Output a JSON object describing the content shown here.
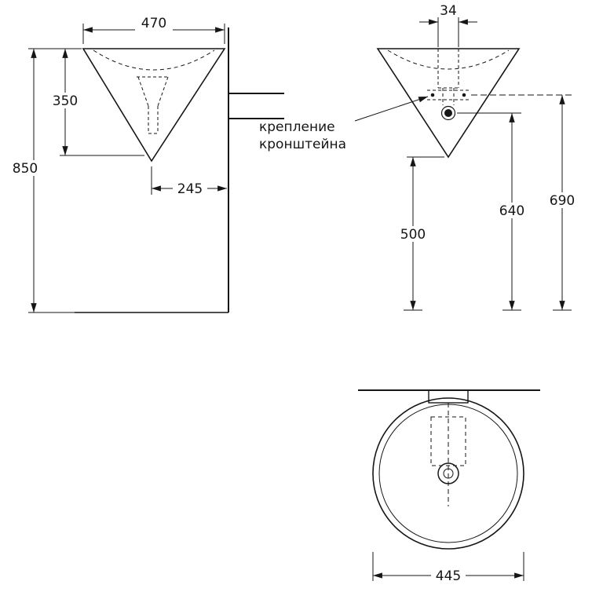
{
  "meta": {
    "background": "#ffffff",
    "line_color": "#161616",
    "drawing_type": "cone washbasin dimension drawing"
  },
  "side_view": {
    "dim_top_width": "470",
    "dim_basin_height": "350",
    "dim_total_height": "850",
    "dim_drain_offset": "245"
  },
  "front_view": {
    "dim_faucet_holes": "34",
    "dim_apex_height": "500",
    "dim_hole_height": "640",
    "dim_bracket_height": "690",
    "label_line1": "крепление",
    "label_line2": "кронштейна"
  },
  "top_view": {
    "dim_diameter": "445"
  }
}
